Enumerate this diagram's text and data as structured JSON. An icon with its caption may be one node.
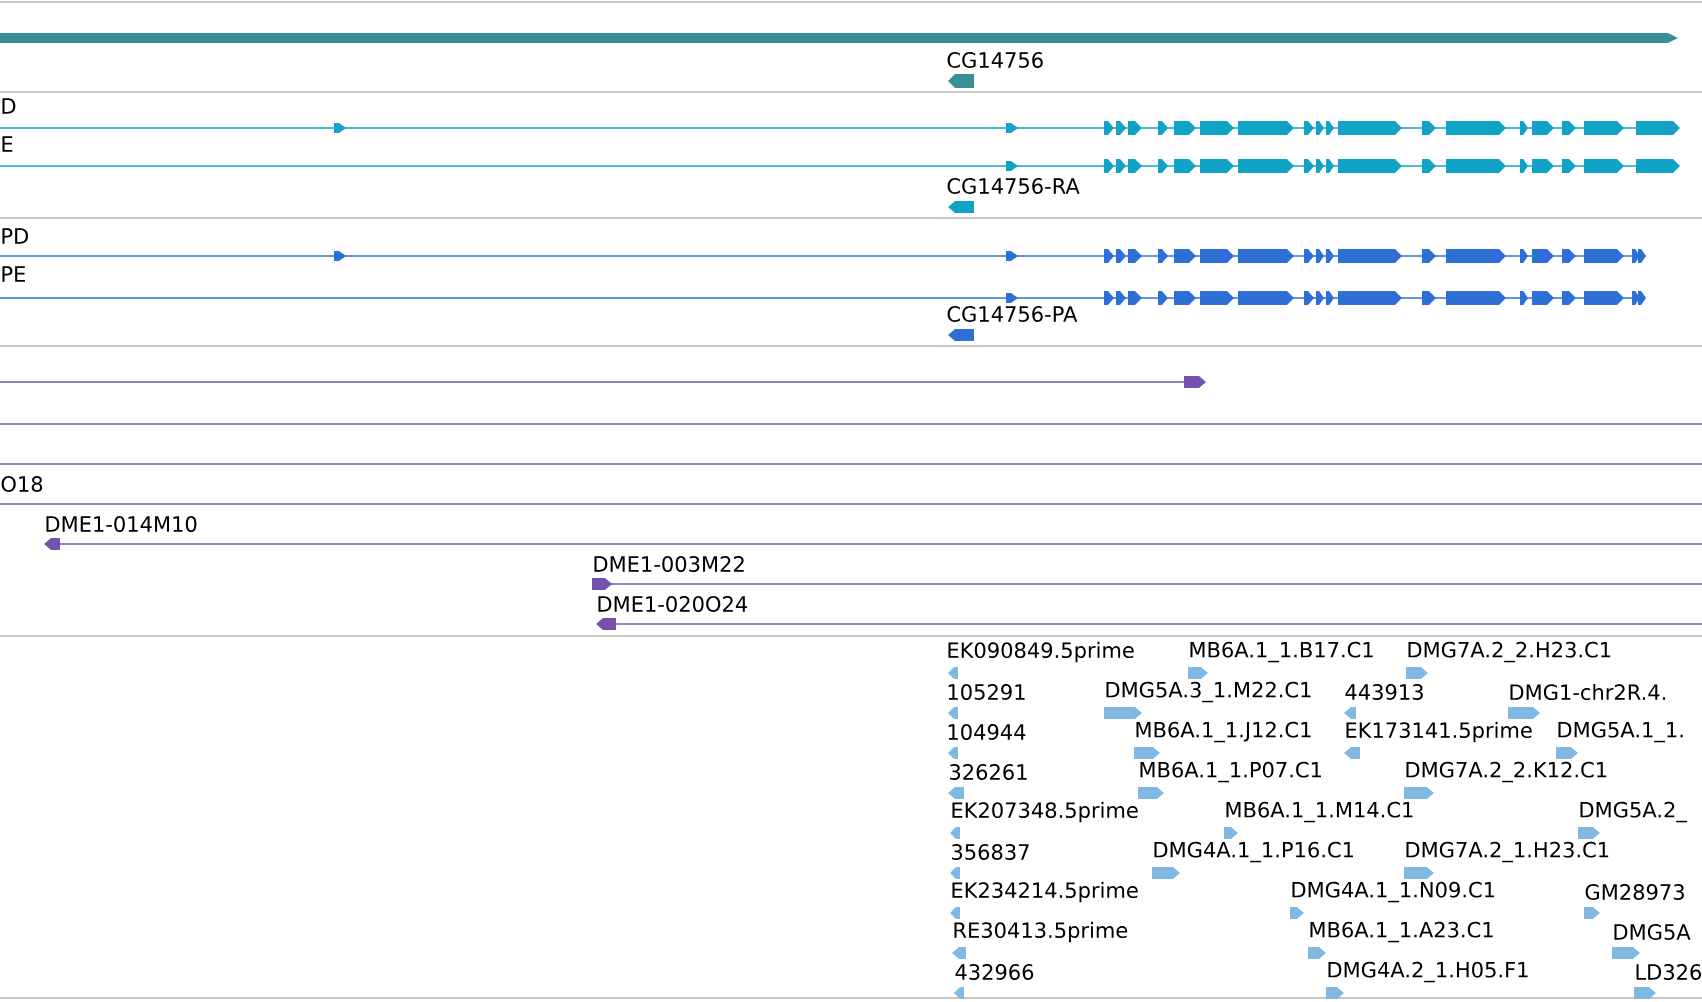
{
  "diagram": {
    "labels": [
      "CG14756",
      "D",
      "E",
      "CG14756-RA",
      "PD",
      "PE",
      "CG14756-PA",
      "O18",
      "DME1-014M10",
      "DME1-003M22",
      "DME1-020O24",
      "EK090849.5prime",
      "MB6A.1_1.B17.C1",
      "DMG7A.2_2.H23.C1",
      "105291",
      "DMG5A.3_1.M22.C1",
      "443913",
      "DMG1-chr2R.4.",
      "104944",
      "MB6A.1_1.J12.C1",
      "EK173141.5prime",
      "DMG5A.1_1.",
      "326261",
      "MB6A.1_1.P07.C1",
      "DMG7A.2_2.K12.C1",
      "EK207348.5prime",
      "MB6A.1_1.M14.C1",
      "DMG5A.2_",
      "356837",
      "DMG4A.1_1.P16.C1",
      "DMG7A.2_1.H23.C1",
      "EK234214.5prime",
      "DMG4A.1_1.N09.C1",
      "GM28973",
      "RE30413.5prime",
      "MB6A.1_1.A23.C1",
      "DMG5A",
      "432966",
      "DMG4A.2_1.H05.F1",
      "LD326"
    ]
  }
}
